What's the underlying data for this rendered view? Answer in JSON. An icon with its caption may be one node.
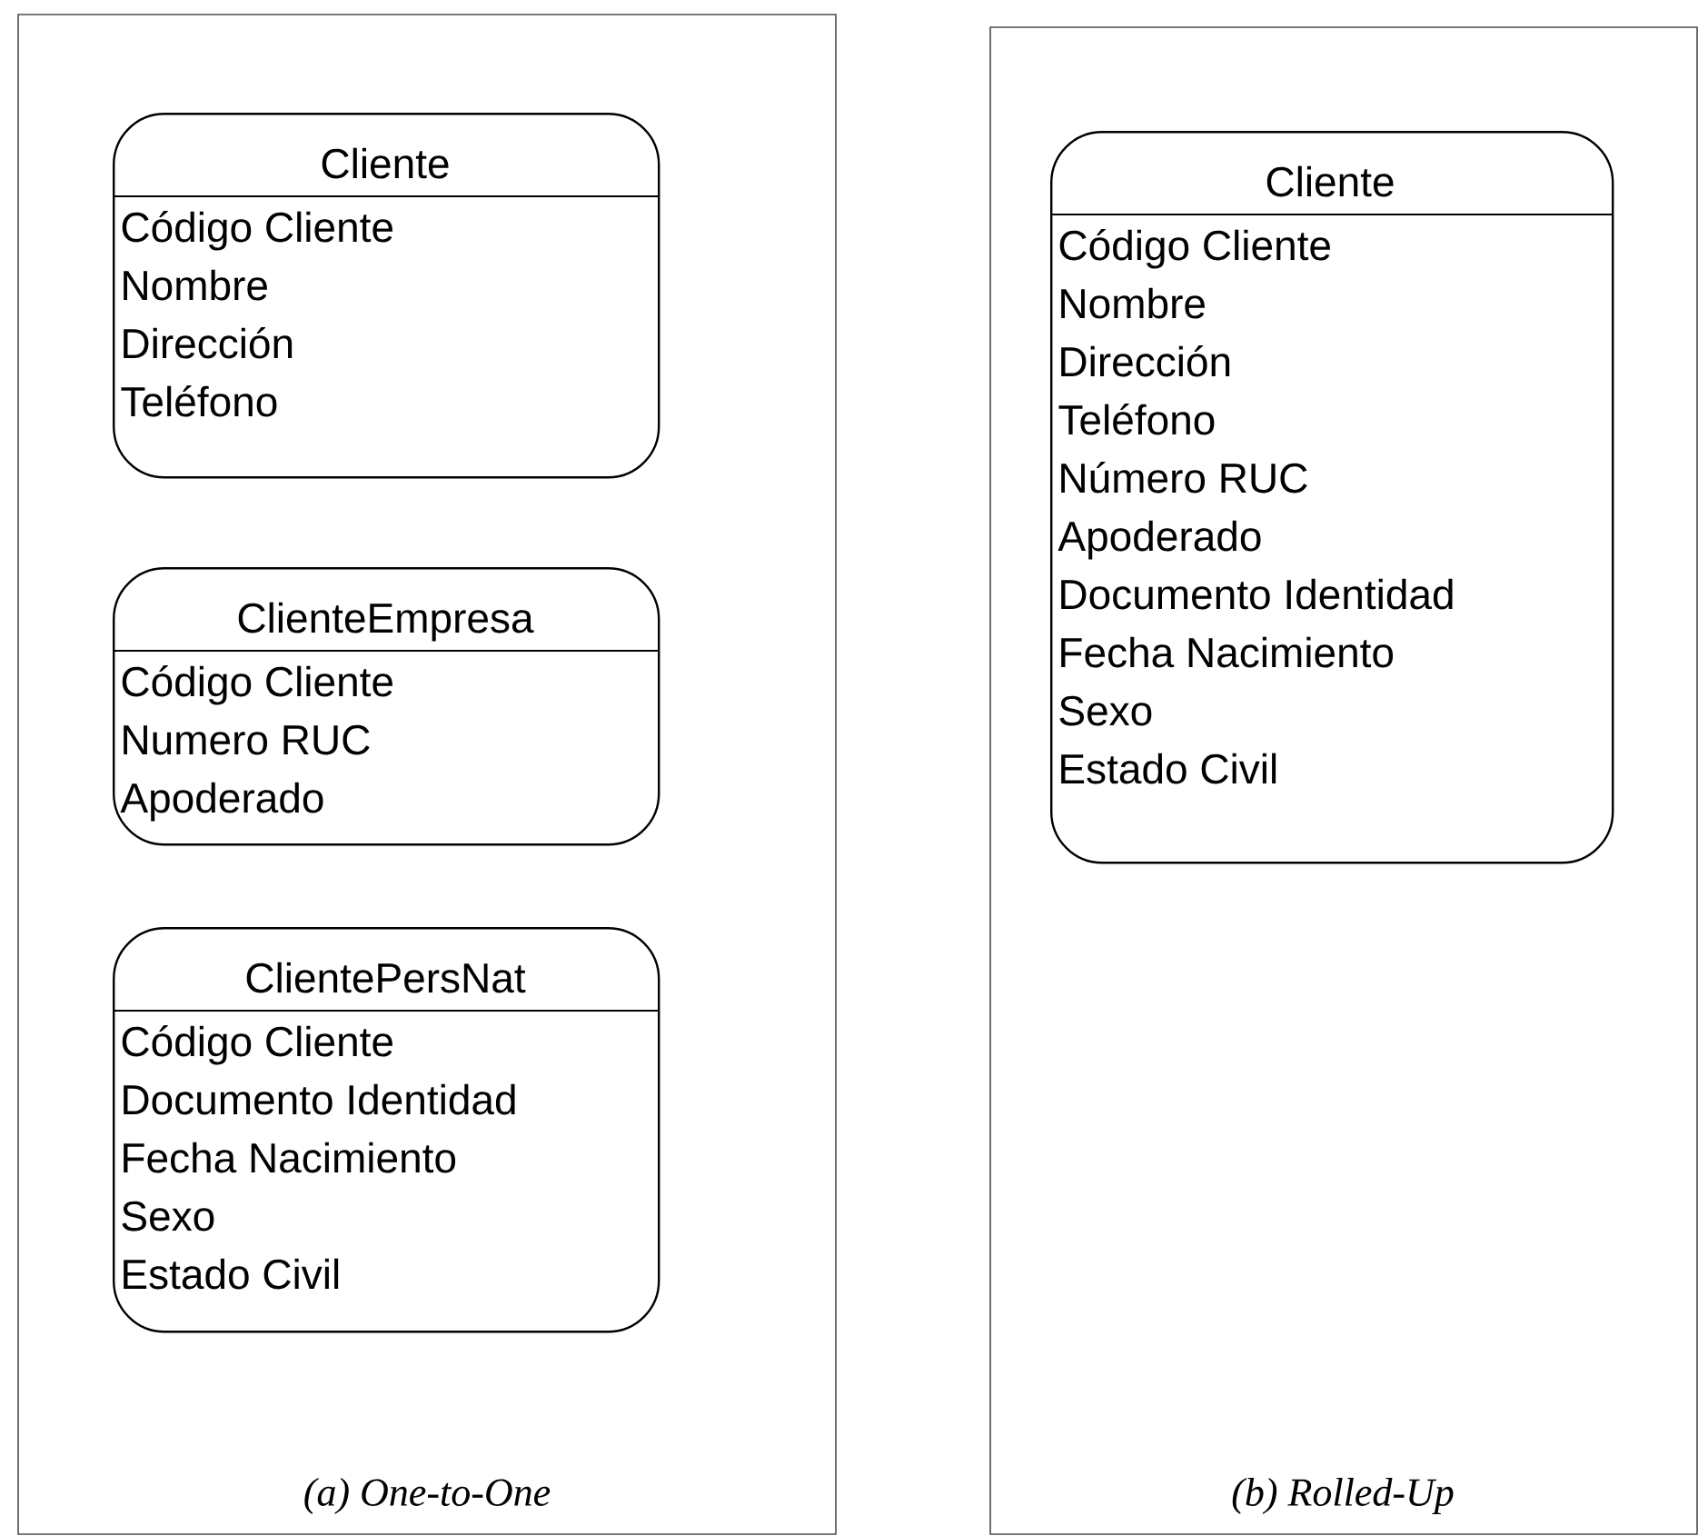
{
  "diagram": {
    "nodes": [
      {
        "text": [
          "*(a) One-to-One*"
        ]
      },
      {
        "text": [
          "Cliente",
          "Código Cliente",
          "Nombre",
          "Dirección",
          "Teléfono"
        ],
        "in": 0
      },
      {
        "text": [
          "ClienteEmpresa",
          "Código Cliente",
          "Numero RUC",
          "Apoderado"
        ],
        "in": 0
      },
      {
        "text": [
          "ClientePersNat",
          "Código Cliente",
          "Documento Identidad",
          "Fecha Nacimiento",
          "Sexo",
          "Estado Civil"
        ],
        "in": 0
      },
      {
        "text": [
          "*(b) Rolled-Up*"
        ]
      },
      {
        "text": [
          "Cliente",
          "Código Cliente",
          "Nombre",
          "Dirección",
          "Teléfono",
          "Número RUC",
          "Apoderado",
          "Documento Identidad",
          "Fecha Nacimiento",
          "Sexo",
          "Estado Civil"
        ],
        "in": 4
      }
    ]
  }
}
